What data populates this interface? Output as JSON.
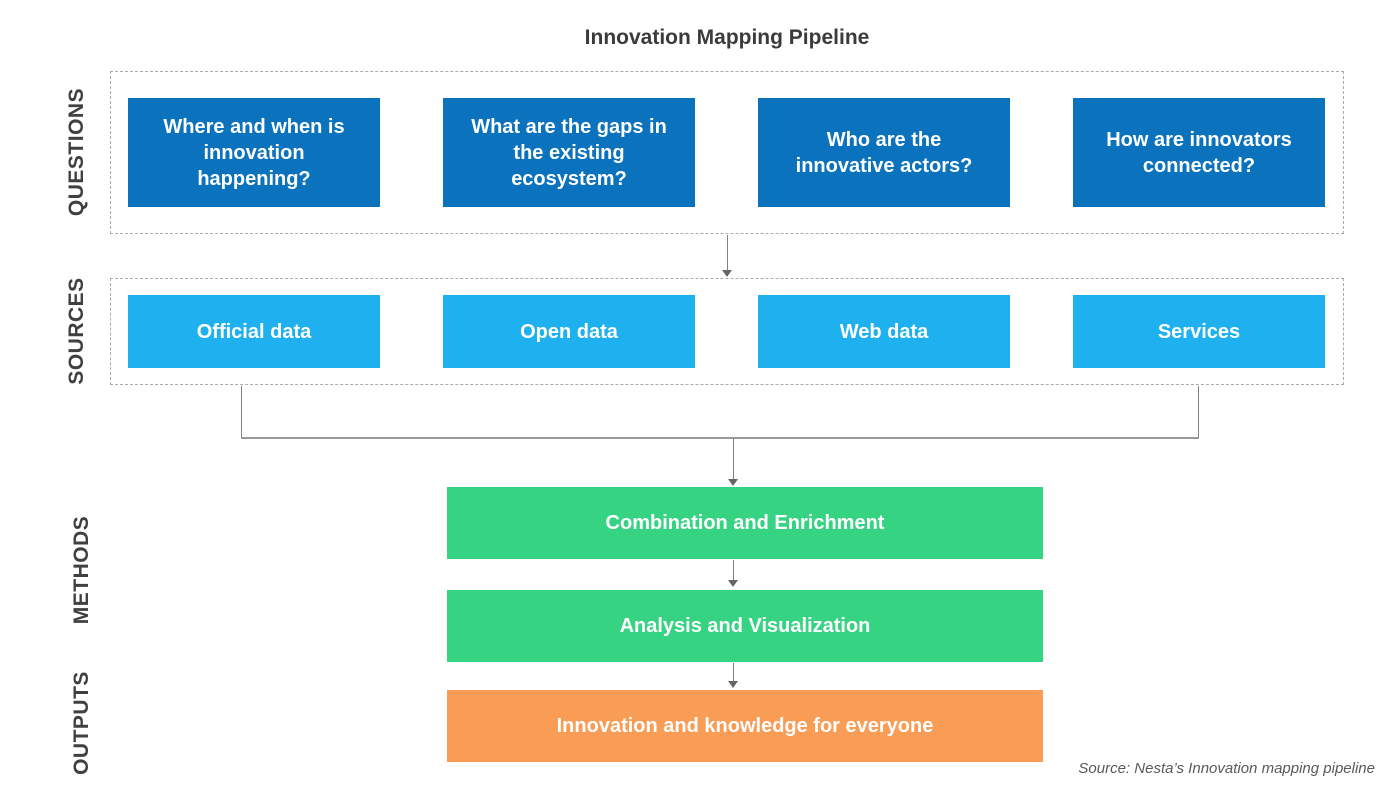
{
  "title": "Innovation Mapping Pipeline",
  "rows": {
    "questions": {
      "label": "QUESTIONS",
      "items": [
        "Where and when is\ninnovation\nhappening?",
        "What are the gaps in\nthe existing\necosystem?",
        "Who are the\ninnovative actors?",
        "How are innovators\nconnected?"
      ]
    },
    "sources": {
      "label": "SOURCES",
      "items": [
        "Official data",
        "Open data",
        "Web data",
        "Services"
      ]
    },
    "methods": {
      "label": "METHODS",
      "items": [
        "Combination and Enrichment",
        "Analysis and Visualization"
      ]
    },
    "outputs": {
      "label": "OUTPUTS",
      "items": [
        "Innovation and knowledge for everyone"
      ]
    }
  },
  "source_note": "Source: Nesta’s Innovation mapping pipeline",
  "colors": {
    "question_box": "#0b72be",
    "source_box": "#1fb1ef",
    "method_box": "#36d482",
    "output_box": "#f99c55",
    "connector": "#7f7f7f",
    "dashed_border": "#ababab",
    "label_text": "#404040",
    "title_text": "#3b3b3b",
    "note_text": "#595959"
  }
}
